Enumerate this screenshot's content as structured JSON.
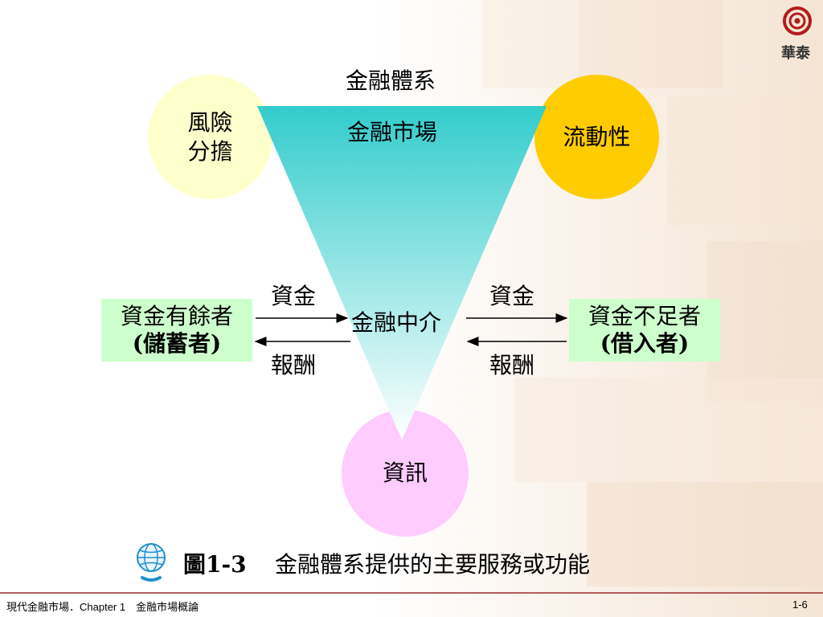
{
  "logo": {
    "text": "華泰"
  },
  "diagram": {
    "system_label": "金融體系",
    "market_label": "金融市場",
    "intermediary_label": "金融中介",
    "risk_sharing": {
      "line1": "風險",
      "line2": "分擔"
    },
    "liquidity": "流動性",
    "information": "資訊",
    "surplus_unit": {
      "line1": "資金有餘者",
      "line2": "(儲蓄者)"
    },
    "deficit_unit": {
      "line1": "資金不足者",
      "line2": "(借入者)"
    },
    "left_funds": "資金",
    "left_return": "報酬",
    "right_funds": "資金",
    "right_return": "報酬"
  },
  "caption": {
    "number": "圖1-3",
    "title": "金融體系提供的主要服務或功能"
  },
  "footer": {
    "left": "現代金融市場．Chapter 1　金融市場概論",
    "page": "1-6"
  },
  "colors": {
    "risk_circle": "#ffffcc",
    "liquidity_circle": "#ffcc00",
    "info_circle": "#ffccff",
    "box_fill": "#ccffcc",
    "triangle_top": "#33cccc",
    "triangle_bottom": "#ffffff",
    "logo_red": "#b31b1b"
  }
}
